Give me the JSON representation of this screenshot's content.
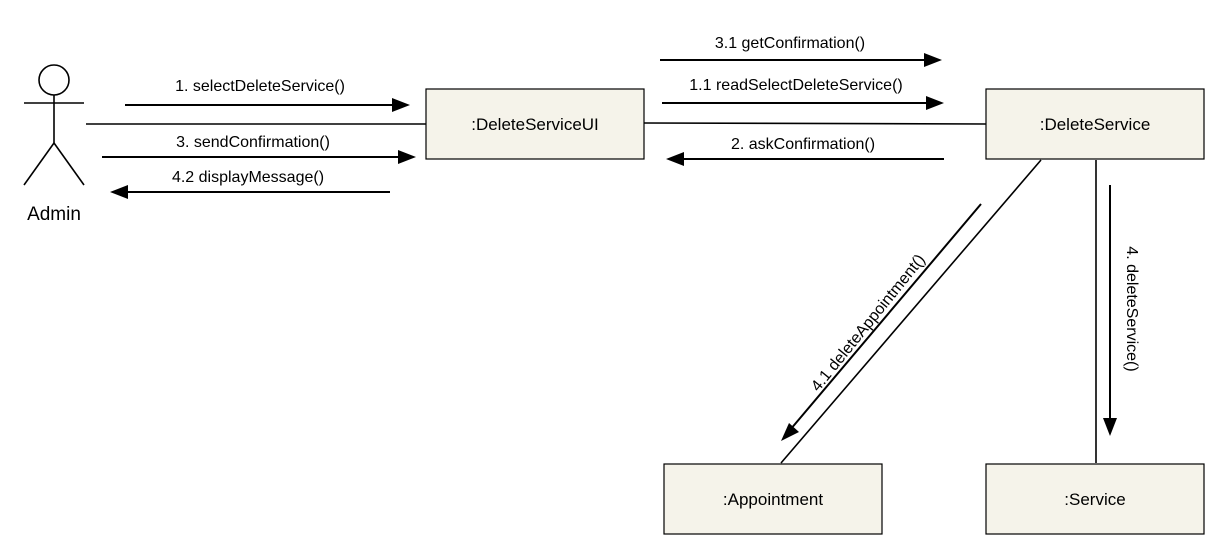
{
  "actor": {
    "name": "Admin"
  },
  "objects": {
    "ui": ":DeleteServiceUI",
    "service_ctrl": ":DeleteService",
    "appointment": ":Appointment",
    "service": ":Service"
  },
  "messages": {
    "m1": "1. selectDeleteService()",
    "m3": "3. sendConfirmation()",
    "m42": "4.2 displayMessage()",
    "m31": "3.1 getConfirmation()",
    "m11": "1.1 readSelectDeleteService()",
    "m2": "2. askConfirmation()",
    "m41": "4.1 deleteAppointment()",
    "m4": "4. deleteService()"
  }
}
